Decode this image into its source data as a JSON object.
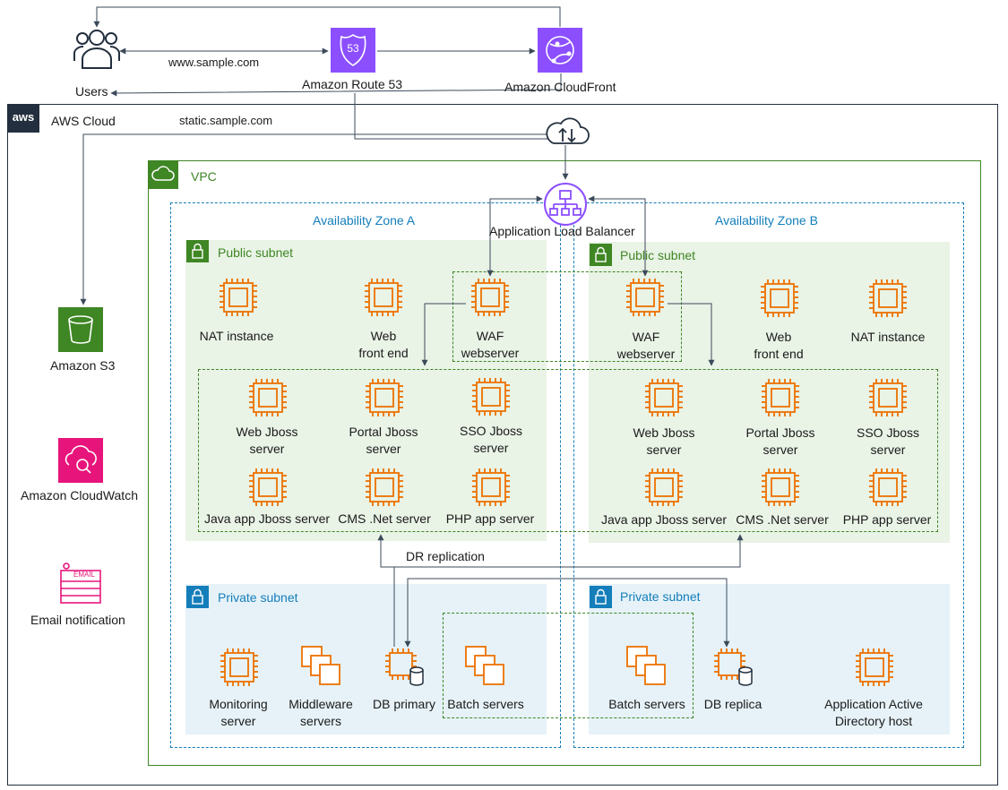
{
  "top": {
    "users_label": "Users",
    "route53_label": "Amazon Route 53",
    "cloudfront_label": "Amazon CloudFront",
    "domain_label": "www.sample.com",
    "static_domain_label": "static.sample.com",
    "route53_badge": "53"
  },
  "aws": {
    "logo_text": "aws",
    "title": "AWS Cloud"
  },
  "left_services": {
    "s3": "Amazon S3",
    "cloudwatch": "Amazon CloudWatch",
    "email": "Email notification",
    "email_tag": "EMAIL"
  },
  "vpc": {
    "title": "VPC",
    "alb_label": "Application Load Balancer",
    "dr_label": "DR replication"
  },
  "zone_a": {
    "title": "Availability Zone A",
    "public_title": "Public subnet",
    "private_title": "Private subnet",
    "nat": "NAT instance",
    "web_front": "Web\nfront end",
    "waf": "WAF\nwebserver",
    "web_jboss": "Web Jboss\nserver",
    "portal_jboss": "Portal Jboss\nserver",
    "sso_jboss": "SSO Jboss\nserver",
    "java_jboss": "Java app Jboss server",
    "cms_net": "CMS .Net server",
    "php_app": "PHP app server",
    "monitoring": "Monitoring\nserver",
    "middleware": "Middleware\nservers",
    "db_primary": "DB primary",
    "batch": "Batch servers"
  },
  "zone_b": {
    "title": "Availability Zone B",
    "public_title": "Public subnet",
    "private_title": "Private subnet",
    "waf": "WAF\nwebserver",
    "web_front": "Web\nfront end",
    "nat": "NAT instance",
    "web_jboss": "Web Jboss\nserver",
    "portal_jboss": "Portal Jboss\nserver",
    "sso_jboss": "SSO Jboss\nserver",
    "java_jboss": "Java app Jboss server",
    "cms_net": "CMS .Net server",
    "php_app": "PHP app server",
    "batch": "Batch servers",
    "db_replica": "DB replica",
    "ad_host": "Application Active\nDirectory host"
  },
  "colors": {
    "ec2_orange": "#ed7100",
    "vpc_green": "#3f8624",
    "subnet_blue": "#147eba",
    "public_bg": "#e9f3e6",
    "private_bg": "#e6f2f8",
    "route53_purple": "#8c4fff",
    "s3_green": "#3f8624",
    "cloudwatch_pink": "#e7157b",
    "aws_dark": "#232f3e"
  }
}
